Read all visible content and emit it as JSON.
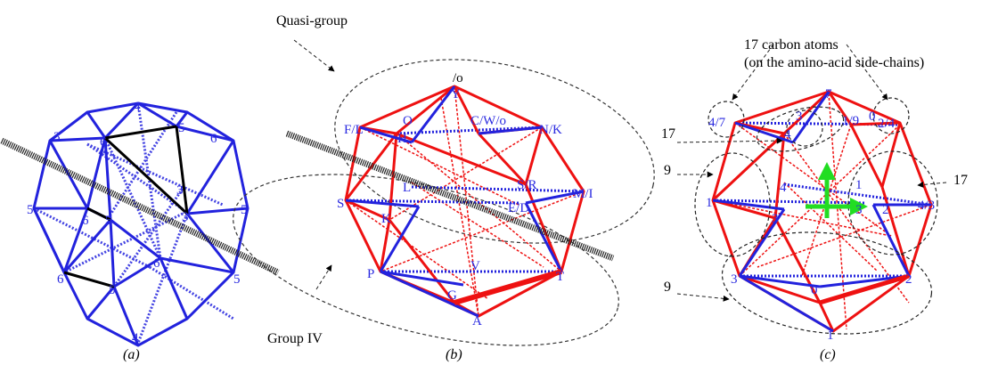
{
  "colors": {
    "blue": "#2222dd",
    "red": "#ee1111",
    "black": "#000000",
    "label_blue": "#2a2ae0",
    "arrow_green": "#22dd22"
  },
  "panel_a": {
    "caption": "(a)",
    "labels": [
      "4",
      "5",
      "6",
      "3",
      "5",
      "6",
      "6",
      "3",
      "3",
      "5",
      "5",
      "6",
      "6",
      "5",
      "5",
      "4"
    ]
  },
  "panel_b": {
    "caption": "(b)",
    "quasi_group_label": "Quasi-group",
    "group_iv_label": "Group IV",
    "labels": [
      "/o",
      "Y",
      "O",
      "C/W/o",
      "F/L",
      "H",
      "N/K",
      "S/R",
      "M/I",
      "L",
      "S",
      "K",
      "E/D",
      "P",
      "V",
      "T",
      "G",
      "A"
    ]
  },
  "panel_c": {
    "caption": "(c)",
    "title_line1": "17 carbon atoms",
    "title_line2": "(on the amino-acid side-chains)",
    "side_labels": [
      "17",
      "9",
      "17",
      "9"
    ],
    "labels": [
      "7",
      "4/7",
      "3",
      "1/9",
      "0",
      "2/4",
      "4",
      "1",
      "4",
      "2",
      "3",
      "4/3",
      "1",
      "3",
      "3",
      "2",
      "0",
      "1"
    ]
  }
}
